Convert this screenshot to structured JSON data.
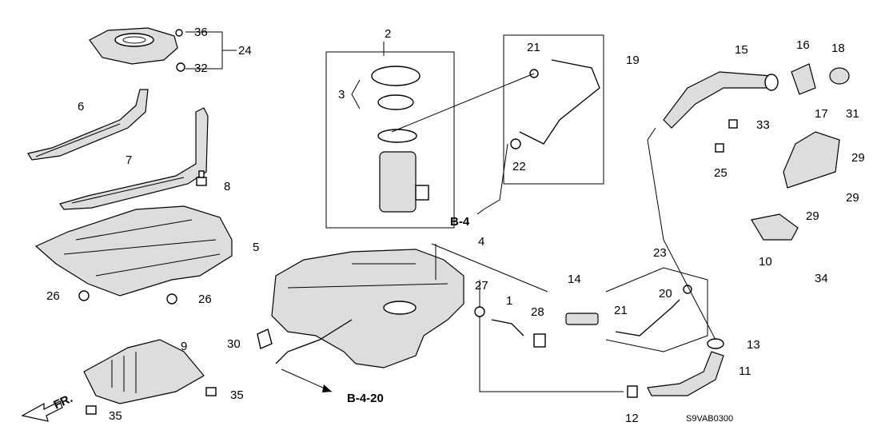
{
  "callouts": [
    {
      "id": "c36",
      "text": "36"
    },
    {
      "id": "c24",
      "text": "24"
    },
    {
      "id": "c32",
      "text": "32"
    },
    {
      "id": "c6",
      "text": "6"
    },
    {
      "id": "c7",
      "text": "7"
    },
    {
      "id": "c8",
      "text": "8"
    },
    {
      "id": "c5",
      "text": "5"
    },
    {
      "id": "c26a",
      "text": "26"
    },
    {
      "id": "c26b",
      "text": "26"
    },
    {
      "id": "c9",
      "text": "9"
    },
    {
      "id": "c35a",
      "text": "35"
    },
    {
      "id": "c35b",
      "text": "35"
    },
    {
      "id": "c30",
      "text": "30"
    },
    {
      "id": "c2",
      "text": "2"
    },
    {
      "id": "c3",
      "text": "3"
    },
    {
      "id": "c21a",
      "text": "21"
    },
    {
      "id": "c19",
      "text": "19"
    },
    {
      "id": "c22",
      "text": "22"
    },
    {
      "id": "c4",
      "text": "4"
    },
    {
      "id": "c27",
      "text": "27"
    },
    {
      "id": "c1",
      "text": "1"
    },
    {
      "id": "c28",
      "text": "28"
    },
    {
      "id": "c14",
      "text": "14"
    },
    {
      "id": "c23",
      "text": "23"
    },
    {
      "id": "c20",
      "text": "20"
    },
    {
      "id": "c21b",
      "text": "21"
    },
    {
      "id": "c12",
      "text": "12"
    },
    {
      "id": "c11",
      "text": "11"
    },
    {
      "id": "c13",
      "text": "13"
    },
    {
      "id": "c15",
      "text": "15"
    },
    {
      "id": "c33",
      "text": "33"
    },
    {
      "id": "c25",
      "text": "25"
    },
    {
      "id": "c16",
      "text": "16"
    },
    {
      "id": "c18",
      "text": "18"
    },
    {
      "id": "c31",
      "text": "31"
    },
    {
      "id": "c17",
      "text": "17"
    },
    {
      "id": "c29a",
      "text": "29"
    },
    {
      "id": "c29b",
      "text": "29"
    },
    {
      "id": "c29c",
      "text": "29"
    },
    {
      "id": "c10",
      "text": "10"
    },
    {
      "id": "c34",
      "text": "34"
    }
  ],
  "refs": {
    "b4": "B-4",
    "b420": "B-4-20"
  },
  "front_label": "FR.",
  "diagram_code": "S9VAB0300"
}
